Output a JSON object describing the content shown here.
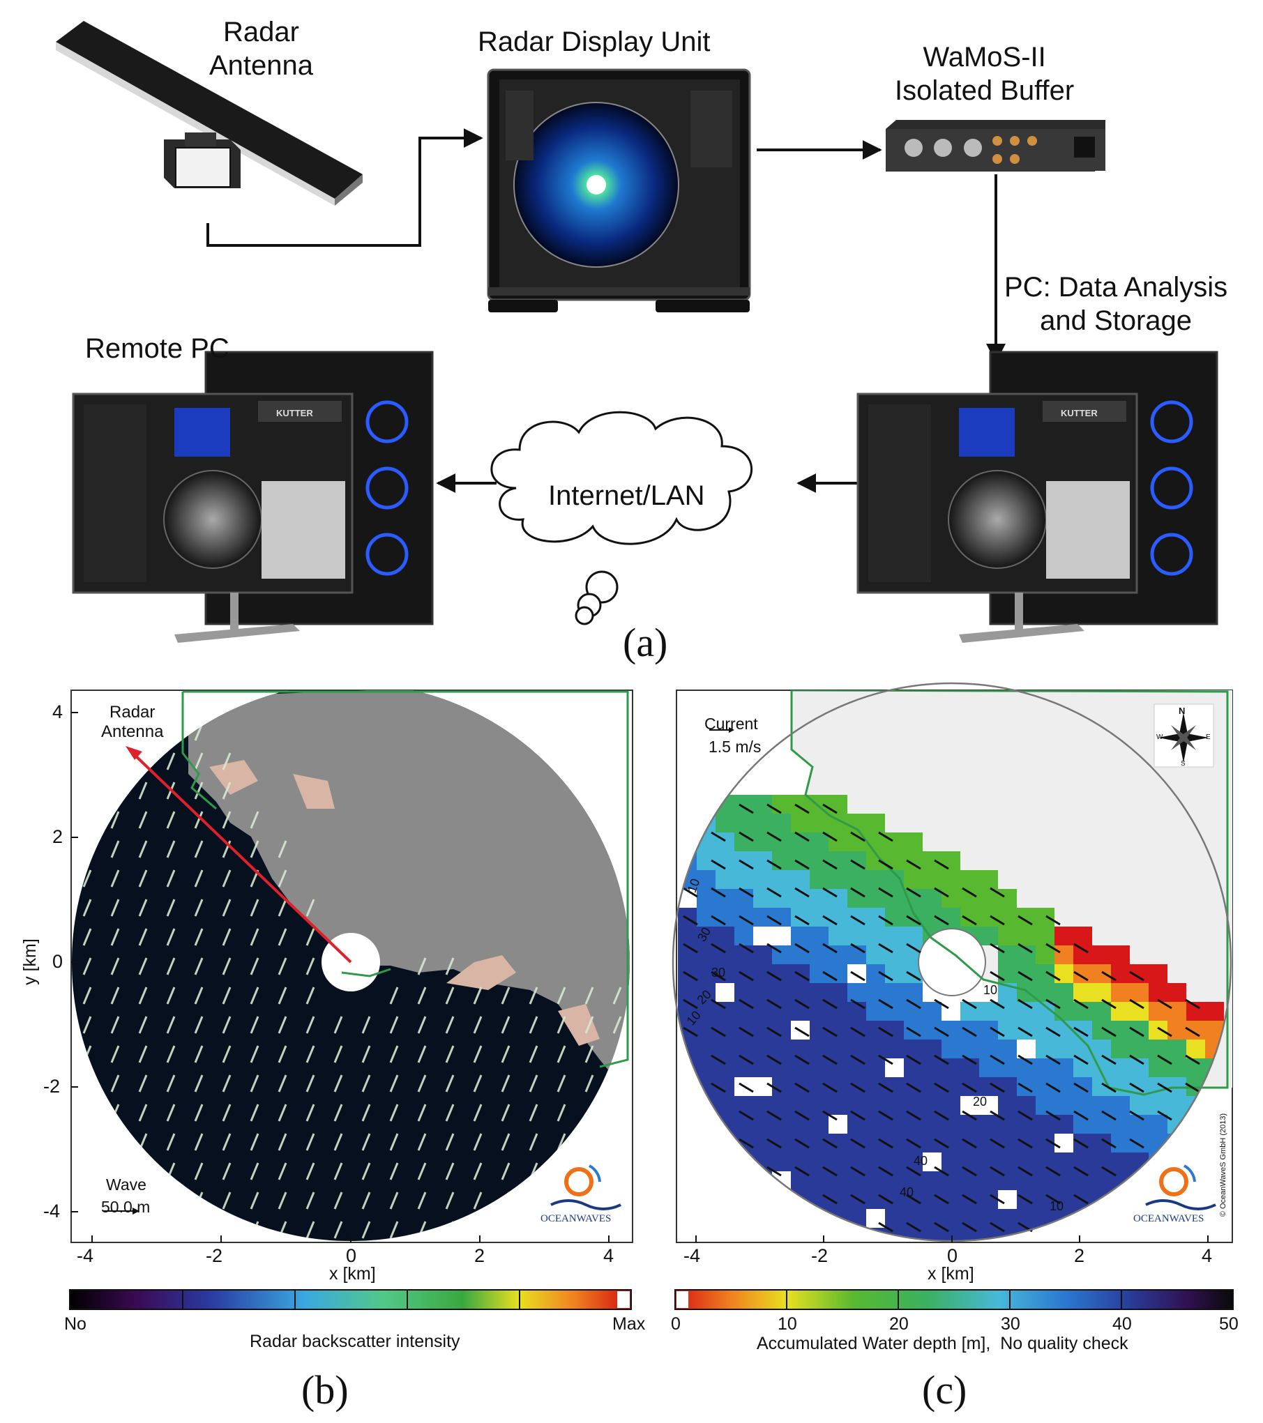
{
  "panel_a": {
    "radar_antenna": "Radar\nAntenna",
    "display_unit": "Radar Display Unit",
    "buffer": "WaMoS-II\nIsolated Buffer",
    "pc_storage": "PC: Data Analysis\nand Storage",
    "remote_pc": "Remote PC",
    "cloud": "Internet/LAN",
    "screen_brand": "KUTTER",
    "label": "(a)"
  },
  "panel_b": {
    "label": "(b)",
    "antenna_label": "Radar\nAntenna",
    "xlabel": "x [km]",
    "ylabel": "y [km]",
    "x_ticks": [
      "-4",
      "-2",
      "0",
      "2",
      "4"
    ],
    "y_ticks": [
      "4",
      "2",
      "0",
      "-2",
      "-4"
    ],
    "wave_label": "Wave",
    "wave_scale": "50.0 m",
    "colorbar_min": "No",
    "colorbar_max": "Max",
    "colorbar_title": "Radar backscatter intensity",
    "logo_text": "OCEANWAVES"
  },
  "panel_c": {
    "label": "(c)",
    "xlabel": "x [km]",
    "x_ticks": [
      "-4",
      "-2",
      "0",
      "2",
      "4"
    ],
    "current_label": "Current",
    "current_scale": "1.5 m/s",
    "compass": {
      "n": "N",
      "s": "S",
      "e": "E",
      "w": "W"
    },
    "contours": [
      "10",
      "30",
      "20",
      "10",
      "30",
      "40",
      "10",
      "20",
      "10",
      "40"
    ],
    "colorbar_ticks": [
      "0",
      "10",
      "20",
      "30",
      "40",
      "50"
    ],
    "colorbar_title": "Accumulated Water depth [m],  No quality check",
    "copyright": "© OceanWaveS GmbH (2013)",
    "logo_text": "OCEANWAVES"
  },
  "colors": {
    "arrow_red": "#e0202a",
    "coast_green": "#2e9a4a",
    "land_gray": "#8a8a8a",
    "sea_dark": "#07101e"
  }
}
